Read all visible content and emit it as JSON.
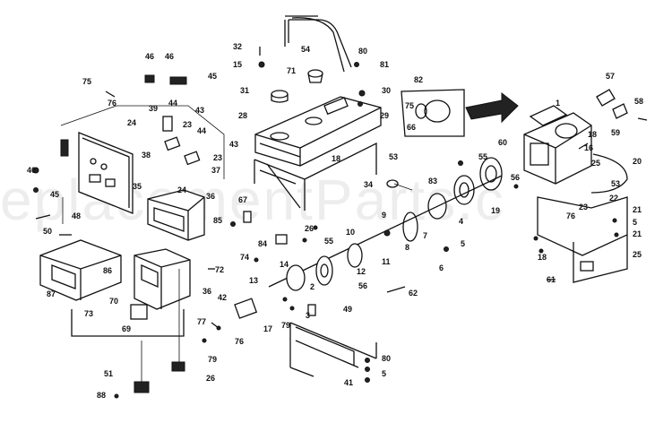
{
  "diagram": {
    "watermark": "eplacementParts.c",
    "callouts": [
      {
        "id": "c75a",
        "text": "75"
      },
      {
        "id": "c76a",
        "text": "76"
      },
      {
        "id": "c46a",
        "text": "46"
      },
      {
        "id": "c46b",
        "text": "46"
      },
      {
        "id": "c45a",
        "text": "45"
      },
      {
        "id": "c44a",
        "text": "44"
      },
      {
        "id": "c43a",
        "text": "43"
      },
      {
        "id": "c39",
        "text": "39"
      },
      {
        "id": "c24a",
        "text": "24"
      },
      {
        "id": "c23a",
        "text": "23"
      },
      {
        "id": "c44b",
        "text": "44"
      },
      {
        "id": "c43b",
        "text": "43"
      },
      {
        "id": "c38",
        "text": "38"
      },
      {
        "id": "c37",
        "text": "37"
      },
      {
        "id": "c23b",
        "text": "23"
      },
      {
        "id": "c24b",
        "text": "24"
      },
      {
        "id": "c40",
        "text": "40"
      },
      {
        "id": "c45b",
        "text": "45"
      },
      {
        "id": "c35",
        "text": "35"
      },
      {
        "id": "c36a",
        "text": "36"
      },
      {
        "id": "c48",
        "text": "48"
      },
      {
        "id": "c50",
        "text": "50"
      },
      {
        "id": "c32",
        "text": "32"
      },
      {
        "id": "c15",
        "text": "15"
      },
      {
        "id": "c54",
        "text": "54"
      },
      {
        "id": "c80a",
        "text": "80"
      },
      {
        "id": "c81",
        "text": "81"
      },
      {
        "id": "c71",
        "text": "71"
      },
      {
        "id": "c31",
        "text": "31"
      },
      {
        "id": "c30",
        "text": "30"
      },
      {
        "id": "c29",
        "text": "29"
      },
      {
        "id": "c28",
        "text": "28"
      },
      {
        "id": "c18a",
        "text": "18"
      },
      {
        "id": "c53a",
        "text": "53"
      },
      {
        "id": "c34",
        "text": "34"
      },
      {
        "id": "c67",
        "text": "67"
      },
      {
        "id": "c85",
        "text": "85"
      },
      {
        "id": "c82",
        "text": "82"
      },
      {
        "id": "c75b",
        "text": "75"
      },
      {
        "id": "c66",
        "text": "66"
      },
      {
        "id": "c57",
        "text": "57"
      },
      {
        "id": "c58",
        "text": "58"
      },
      {
        "id": "c59",
        "text": "59"
      },
      {
        "id": "c1",
        "text": "1"
      },
      {
        "id": "c18b",
        "text": "18"
      },
      {
        "id": "c16",
        "text": "16"
      },
      {
        "id": "c25a",
        "text": "25"
      },
      {
        "id": "c20",
        "text": "20"
      },
      {
        "id": "c60",
        "text": "60"
      },
      {
        "id": "c55a",
        "text": "55"
      },
      {
        "id": "c56a",
        "text": "56"
      },
      {
        "id": "c83",
        "text": "83"
      },
      {
        "id": "c53b",
        "text": "53"
      },
      {
        "id": "c22",
        "text": "22"
      },
      {
        "id": "c19",
        "text": "19"
      },
      {
        "id": "c23c",
        "text": "23"
      },
      {
        "id": "c76b",
        "text": "76"
      },
      {
        "id": "c21a",
        "text": "21"
      },
      {
        "id": "c5a",
        "text": "5"
      },
      {
        "id": "c21b",
        "text": "21"
      },
      {
        "id": "c25b",
        "text": "25"
      },
      {
        "id": "c9",
        "text": "9"
      },
      {
        "id": "c4",
        "text": "4"
      },
      {
        "id": "c10",
        "text": "10"
      },
      {
        "id": "c8",
        "text": "8"
      },
      {
        "id": "c7",
        "text": "7"
      },
      {
        "id": "c26a",
        "text": "26"
      },
      {
        "id": "c84",
        "text": "84"
      },
      {
        "id": "c55b",
        "text": "55"
      },
      {
        "id": "c74",
        "text": "74"
      },
      {
        "id": "c11",
        "text": "11"
      },
      {
        "id": "c5b",
        "text": "5"
      },
      {
        "id": "c6",
        "text": "6"
      },
      {
        "id": "c14",
        "text": "14"
      },
      {
        "id": "c12",
        "text": "12"
      },
      {
        "id": "c18c",
        "text": "18"
      },
      {
        "id": "c61",
        "text": "61"
      },
      {
        "id": "c13",
        "text": "13"
      },
      {
        "id": "c56b",
        "text": "56"
      },
      {
        "id": "c62",
        "text": "62"
      },
      {
        "id": "c72",
        "text": "72"
      },
      {
        "id": "c86",
        "text": "86"
      },
      {
        "id": "c87",
        "text": "87"
      },
      {
        "id": "c36b",
        "text": "36"
      },
      {
        "id": "c70",
        "text": "70"
      },
      {
        "id": "c42",
        "text": "42"
      },
      {
        "id": "c73",
        "text": "73"
      },
      {
        "id": "c69",
        "text": "69"
      },
      {
        "id": "c2",
        "text": "2"
      },
      {
        "id": "c3",
        "text": "3"
      },
      {
        "id": "c49",
        "text": "49"
      },
      {
        "id": "c17",
        "text": "17"
      },
      {
        "id": "c79a",
        "text": "79"
      },
      {
        "id": "c77",
        "text": "77"
      },
      {
        "id": "c76c",
        "text": "76"
      },
      {
        "id": "c79b",
        "text": "79"
      },
      {
        "id": "c51",
        "text": "51"
      },
      {
        "id": "c26b",
        "text": "26"
      },
      {
        "id": "c80b",
        "text": "80"
      },
      {
        "id": "c5c",
        "text": "5"
      },
      {
        "id": "c41",
        "text": "41"
      },
      {
        "id": "c88",
        "text": "88"
      }
    ]
  }
}
